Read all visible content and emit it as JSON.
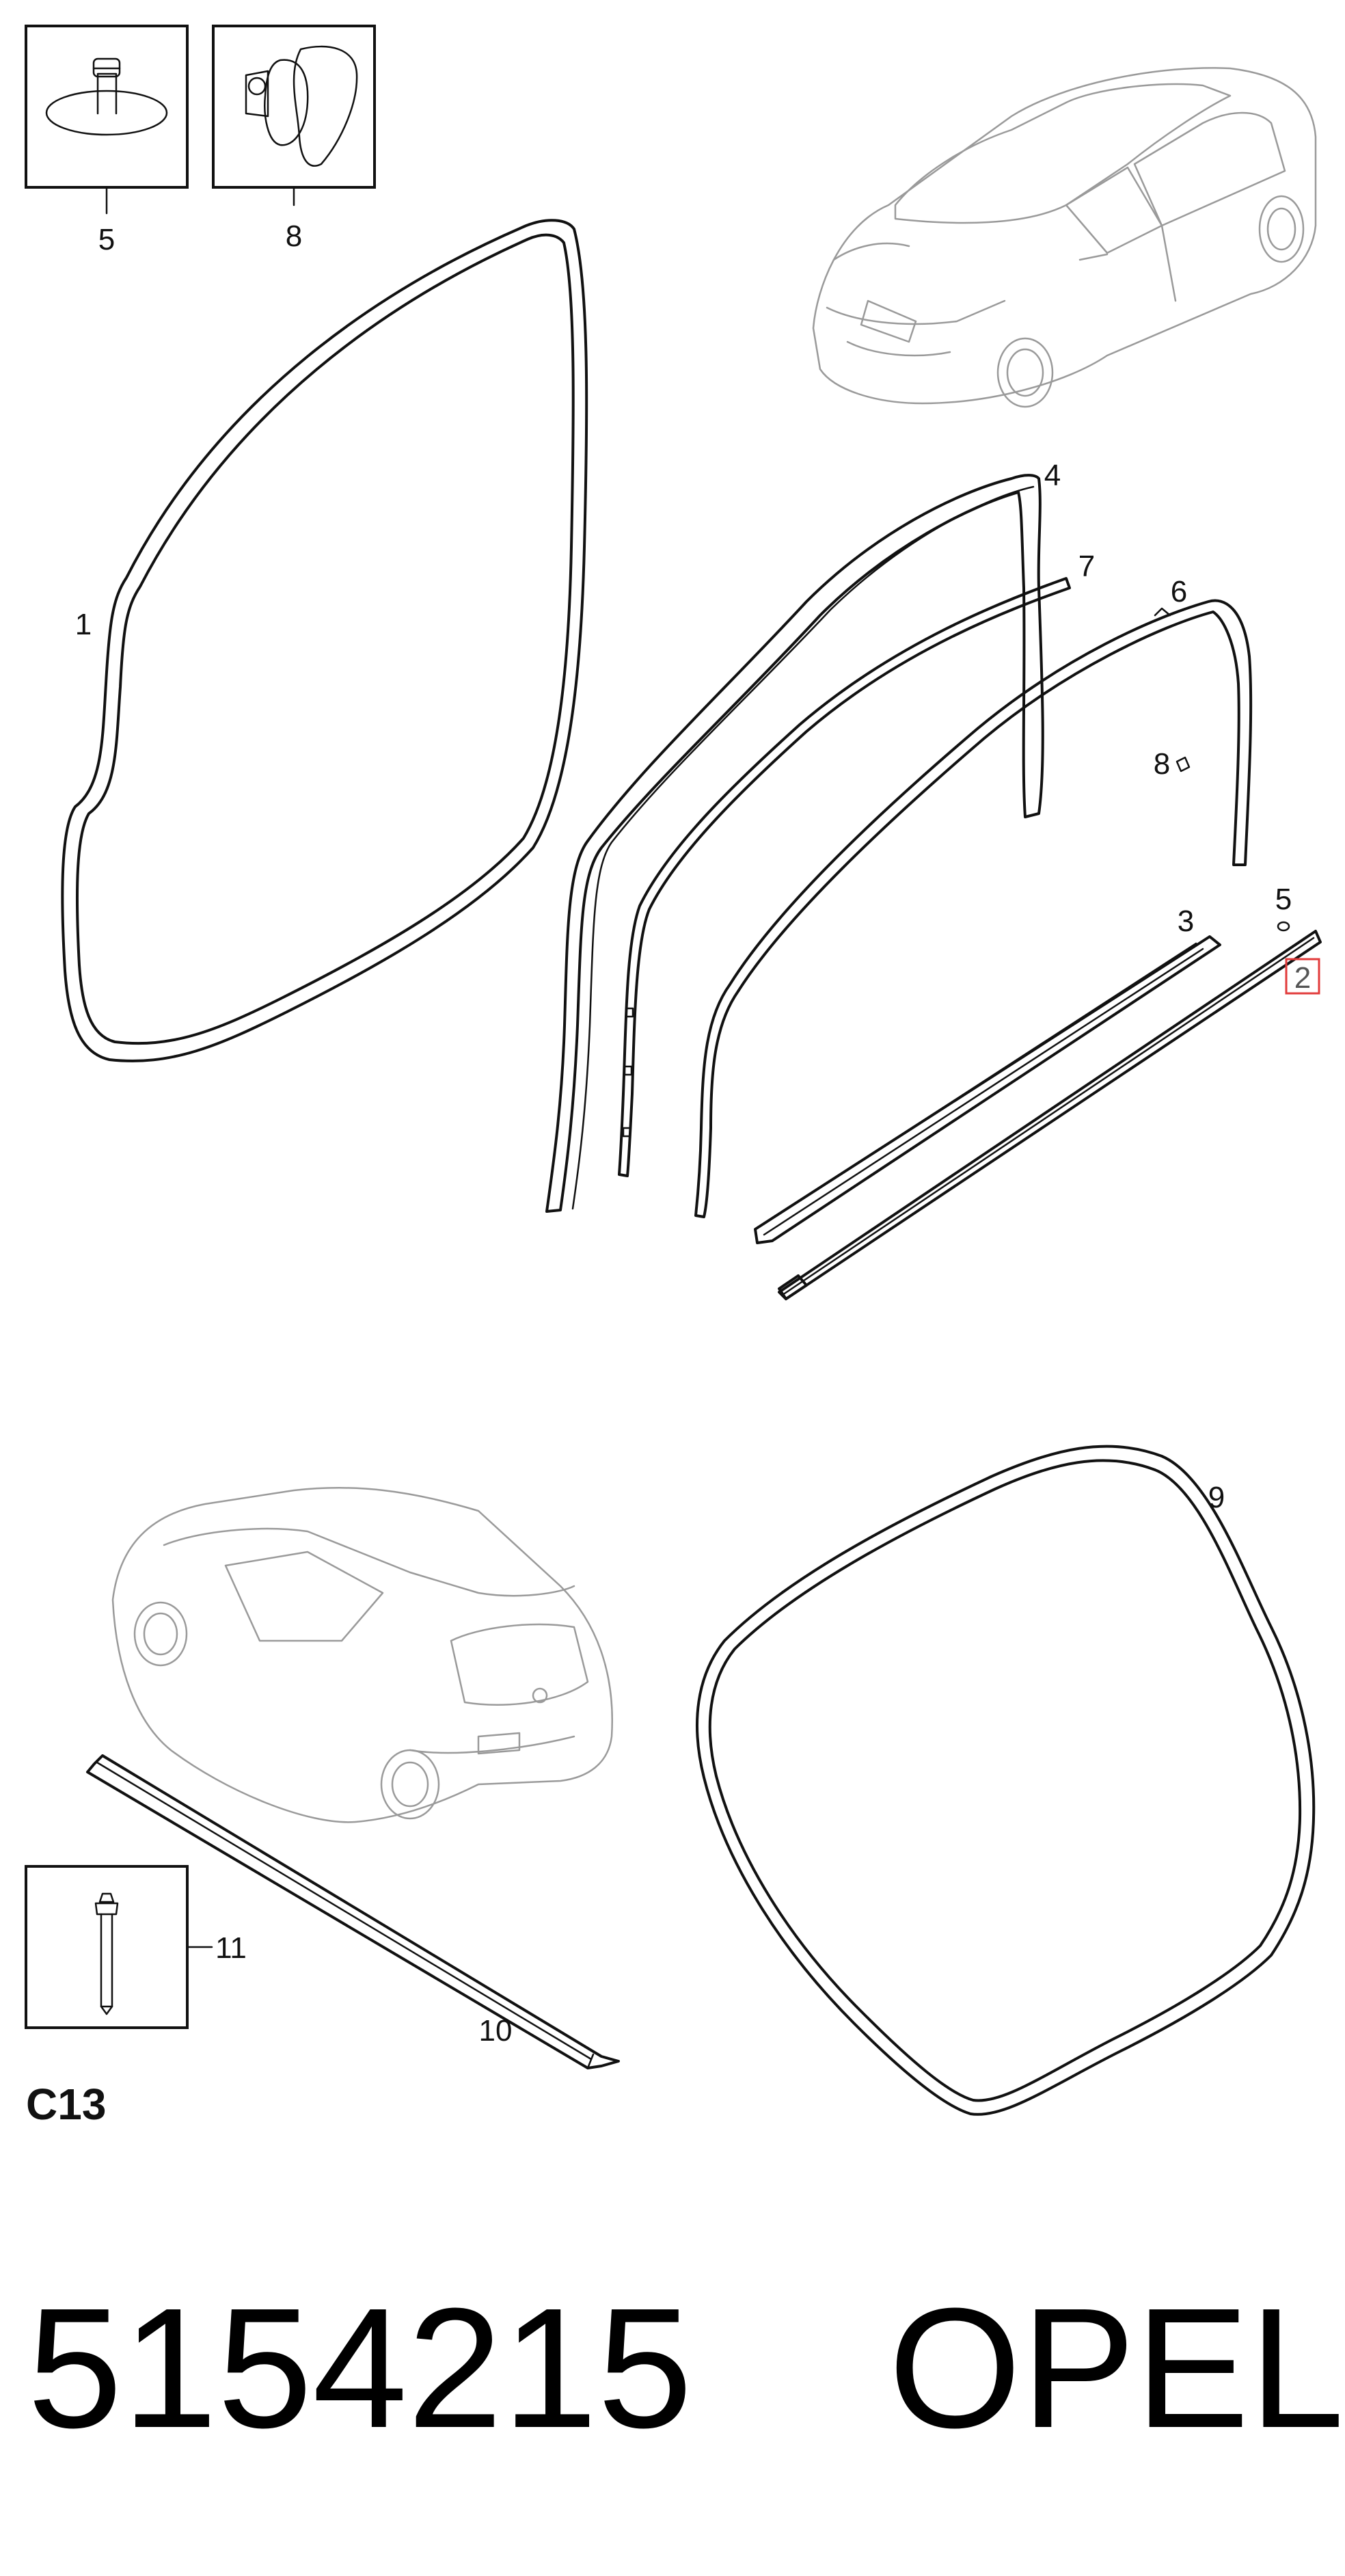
{
  "diagram": {
    "group_code": "C13",
    "part_number": "5154215",
    "brand": "OPEL",
    "highlighted_callout": "2",
    "accent_color": "#e23b3b",
    "callouts": {
      "c1": "1",
      "c2": "2",
      "c3": "3",
      "c4": "4",
      "c5_box": "5",
      "c5": "5",
      "c6": "6",
      "c7": "7",
      "c8_box": "8",
      "c8": "8",
      "c9": "9",
      "c10": "10",
      "c11": "11"
    }
  }
}
